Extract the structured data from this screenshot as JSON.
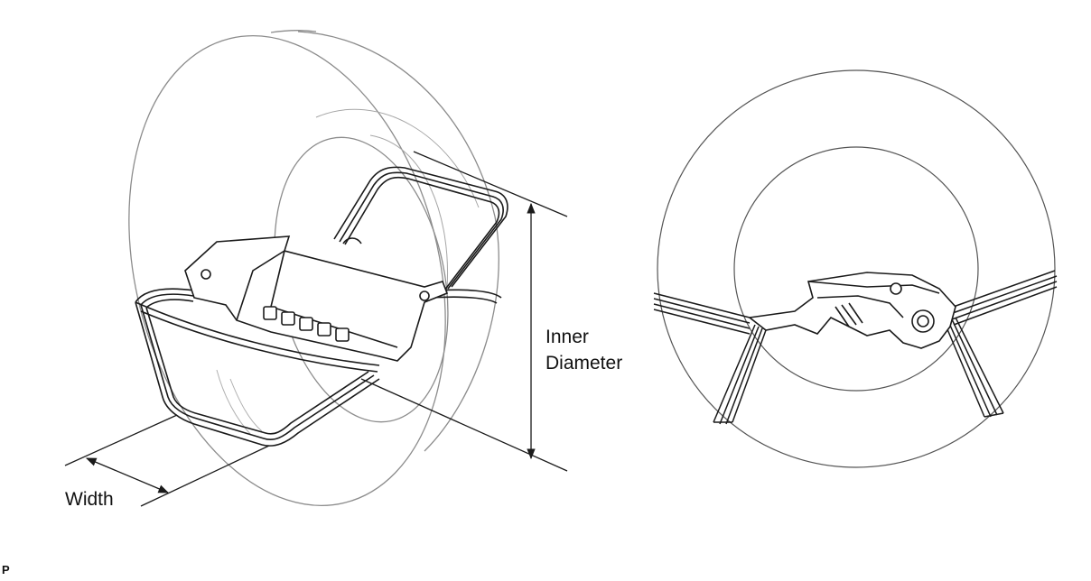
{
  "labels": {
    "inner_diameter_line1": "Inner",
    "inner_diameter_line2": "Diameter",
    "width": "Width",
    "figure_code": "P"
  },
  "colors": {
    "line": "#1a1a1a",
    "tire_outline": "#8c8c8c",
    "background": "#ffffff"
  }
}
